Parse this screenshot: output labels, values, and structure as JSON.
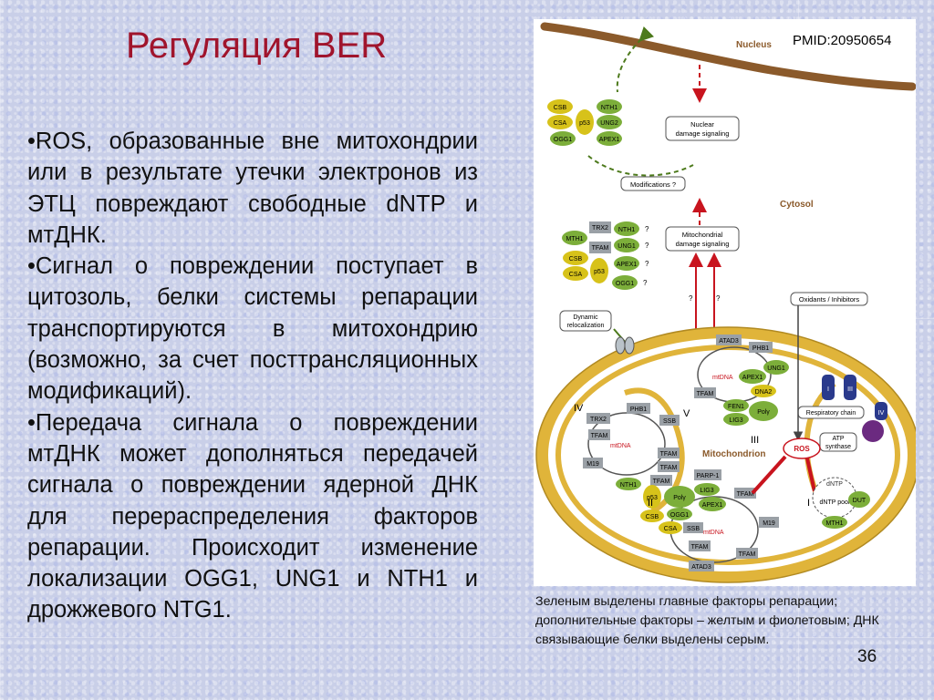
{
  "slide": {
    "title": "Регуляция BER",
    "bullets": [
      "•ROS, образованные вне митохондрии или в результате утечки электронов из ЭТЦ повреждают свободные dNTP и мтДНК.",
      "•Сигнал о повреждении поступает в цитозоль, белки системы репарации транспортируются в митохондрию (возможно, за счет посттрансляционных модификаций).",
      "•Передача сигнала о повреждении мтДНК может дополняться передачей сигнала о повреждении ядерной ДНК для перераспределения факторов репарации. Происходит изменение локализации  OGG1, UNG1 и NTH1 и дрожжевого NTG1."
    ],
    "pmid": "PMID:20950654",
    "caption": "Зеленым выделены главные факторы репарации; дополнительные факторы – желтым и фиолетовым; ДНК связывающие белки выделены серым.",
    "page_number": "36"
  },
  "figure": {
    "colors": {
      "green": "#7cae3a",
      "yellow": "#d7c21a",
      "gray": "#9aa0a6",
      "membrane": "#e0b43a",
      "arrow_red": "#c8141e",
      "nucleus": "#8b5a2b"
    },
    "nucleus_label": "Nucleus",
    "cytosol_label": "Cytosol",
    "mitochondrion_label": "Mitochondrion",
    "boxes": {
      "nuclear_damage": [
        "Nuclear",
        "damage signaling"
      ],
      "modifications": "Modifications ?",
      "mito_damage": [
        "Mitochondrial",
        "damage signaling"
      ],
      "dynamic": [
        "Dynamic",
        "relocalization"
      ],
      "oxidants": "Oxidants / Inhibitors",
      "respiratory": "Respiratory chain",
      "atp": [
        "ATP",
        "synthase"
      ],
      "ros": "ROS"
    },
    "nuclear_proteins": [
      "CSB",
      "CSA",
      "OGG1",
      "p53",
      "NTH1",
      "UNG2",
      "APEX1"
    ],
    "cyto_proteins": [
      "MTH1",
      "CSB",
      "CSA",
      "TRX2",
      "TFAM",
      "p53",
      "NTH1",
      "UNG1",
      "APEX1",
      "OGG1"
    ],
    "question": "?",
    "mtdna": "mtDNA",
    "roman": [
      "I",
      "II",
      "III",
      "IV",
      "V"
    ],
    "complex_labels": [
      "I",
      "III",
      "IV"
    ],
    "top_proteins": [
      "ATAD3",
      "PHB1",
      "APEX1",
      "UNG1",
      "DNA2",
      "TFAM",
      "FEN1",
      "Polγ",
      "LIG3"
    ],
    "left_proteins": [
      "PHB1",
      "SSB",
      "TRX2",
      "TFAM",
      "TFAM",
      "TFAM",
      "M19",
      "TFAM",
      "NTH1"
    ],
    "bottom_proteins": [
      "PARP-1",
      "LIG3",
      "p53",
      "Polγ",
      "APEX1",
      "OGG1",
      "CSB",
      "CSA",
      "SSB",
      "TFAM",
      "M19",
      "TFAM",
      "TFAM",
      "ATAD3"
    ],
    "right_proteins": [
      "dNTP",
      "dNTP pool",
      "DUT",
      "MTH1"
    ]
  }
}
